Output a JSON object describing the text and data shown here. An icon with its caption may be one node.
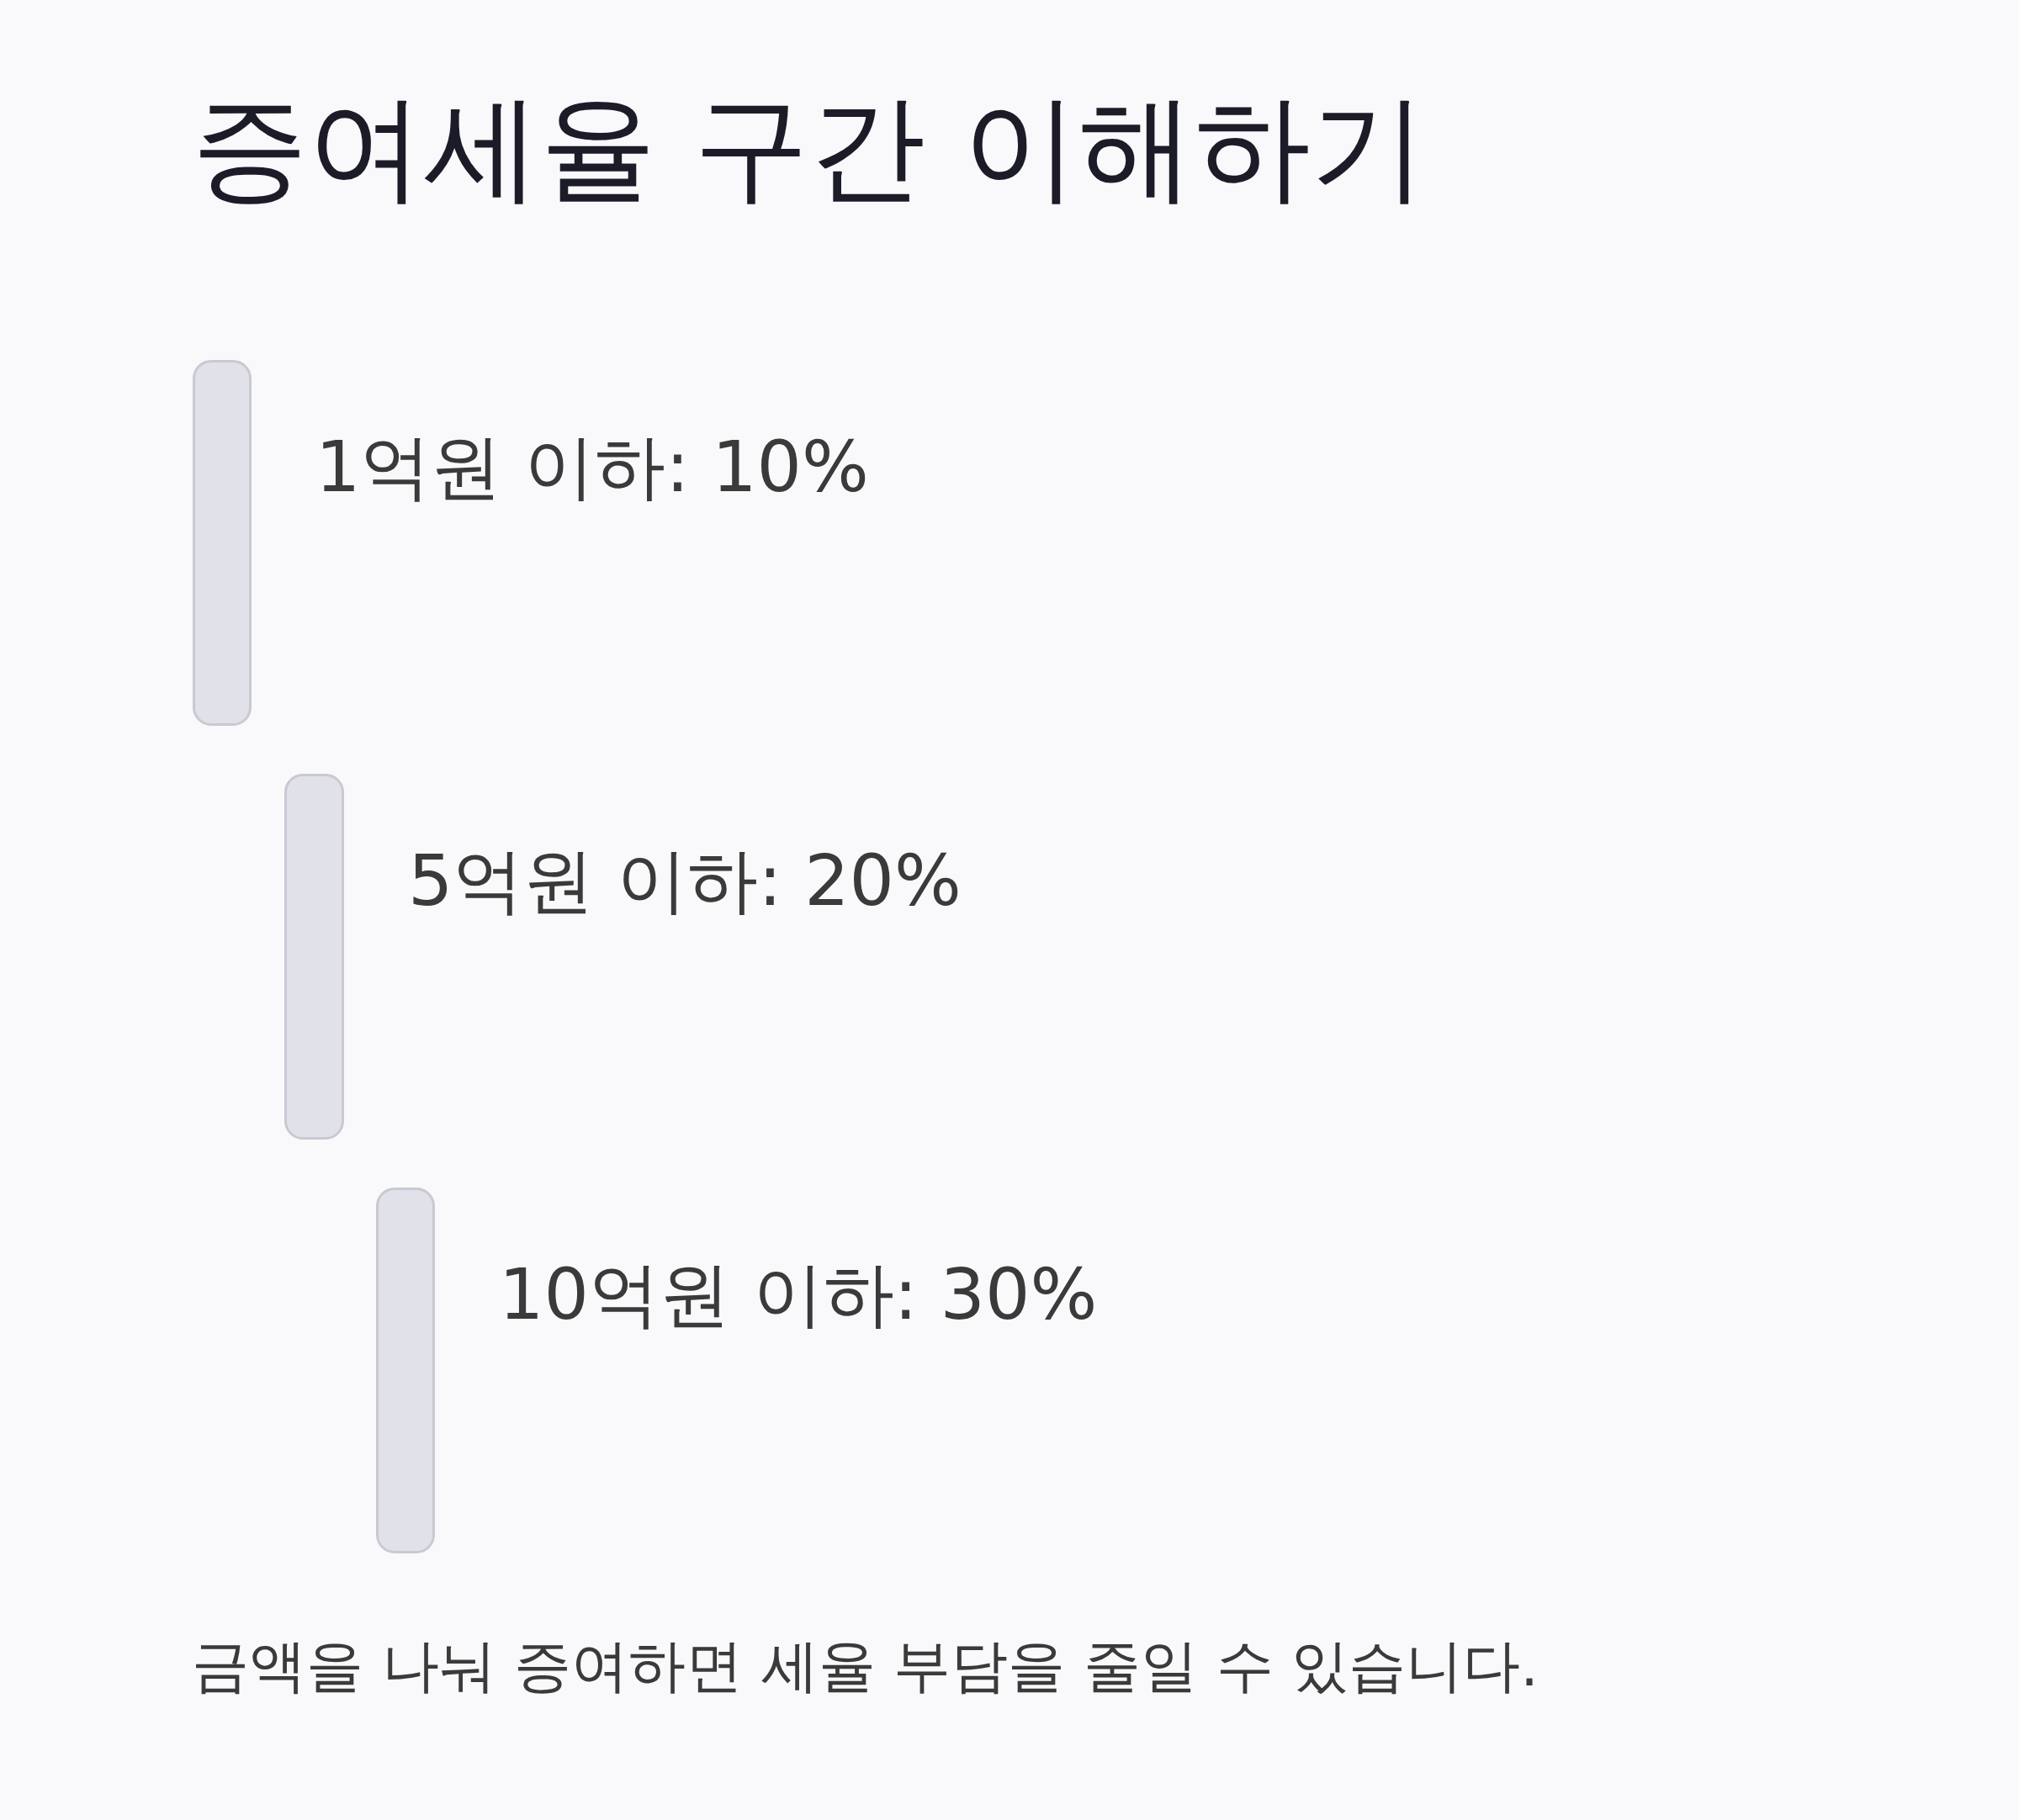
{
  "diagram": {
    "title": "증여세율 구간 이해하기",
    "nodes": [
      {
        "text": [],
        "shape": "bar",
        "beside": [
          "1억원 이하: 10%"
        ]
      },
      {
        "text": [],
        "shape": "bar",
        "beside": [
          "5억원 이하: 20%"
        ]
      },
      {
        "text": [],
        "shape": "bar",
        "beside": [
          "10억원 이하: 30%"
        ]
      }
    ],
    "caption": "금액을 나눠 증여하면 세율 부담을 줄일 수 있습니다."
  }
}
